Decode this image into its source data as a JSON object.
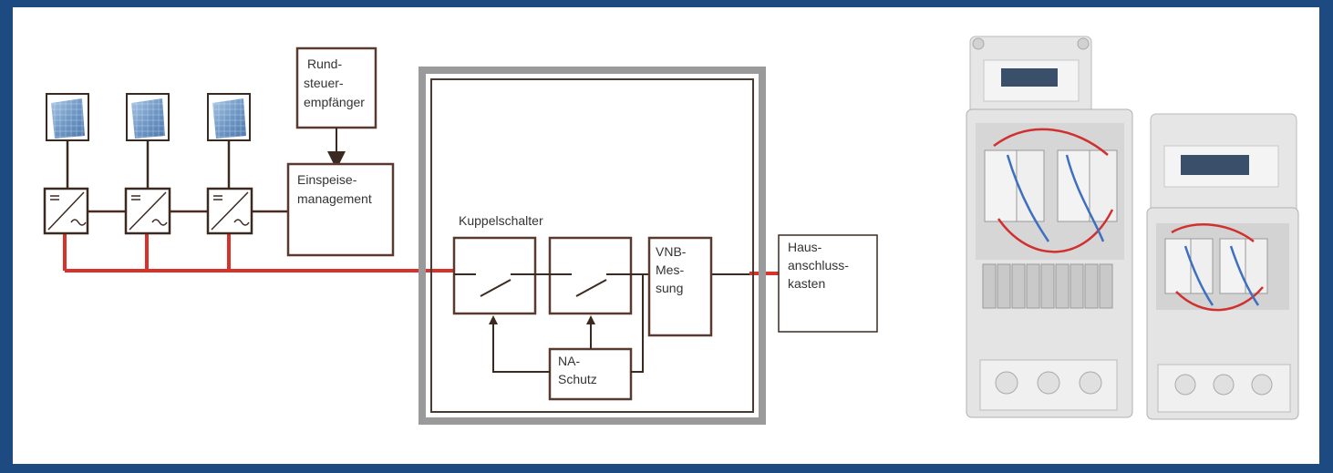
{
  "labels": {
    "rundsteuer": [
      "Rund-",
      "steuer-",
      "empfänger"
    ],
    "einspeise": [
      "Einspeise-",
      "management"
    ],
    "kuppelschalter": "Kuppelschalter",
    "vnb": [
      "VNB-",
      "Mes-",
      "sung"
    ],
    "na_schutz": [
      "NA-",
      "Schutz"
    ],
    "hausanschluss": [
      "Haus-",
      "anschluss-",
      "kasten"
    ]
  },
  "colors": {
    "frame": "#1d4a80",
    "power_line": "#d8322a",
    "signal_line": "#4a2a20",
    "box_border": "#5a3a30",
    "enclosure": "#9a9a9a"
  },
  "icons": {
    "pv_module": "solar-panel-icon",
    "inverter": "inverter-dc-ac-icon",
    "switch": "switch-contact-icon"
  }
}
